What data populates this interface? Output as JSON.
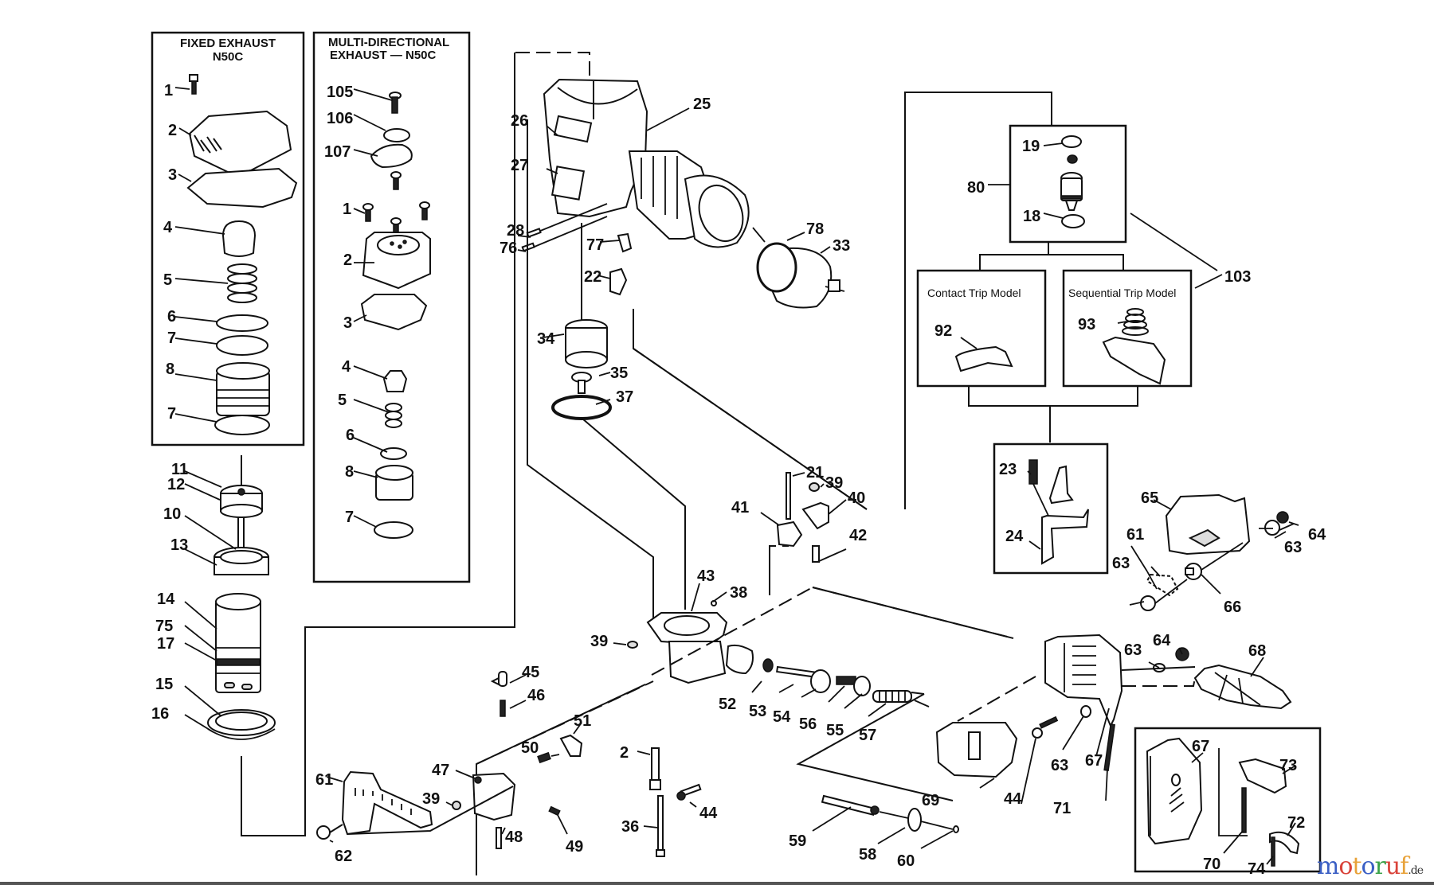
{
  "diagram": {
    "title": "Coil Nailer N50C Exploded Parts Diagram",
    "boxes": {
      "fixed_exhaust": {
        "line1": "FIXED EXHAUST",
        "line2": "N50C"
      },
      "multi_exhaust": {
        "line1": "MULTI-DIRECTIONAL",
        "line2": "EXHAUST  —  N50C"
      },
      "contact_trip": {
        "title": "Contact Trip Model"
      },
      "sequential_trip": {
        "title": "Sequential Trip Model"
      }
    },
    "labels": {
      "fe_1": "1",
      "fe_2": "2",
      "fe_3": "3",
      "fe_4": "4",
      "fe_5": "5",
      "fe_6": "6",
      "fe_7a": "7",
      "fe_8": "8",
      "fe_7b": "7",
      "me_105": "105",
      "me_106": "106",
      "me_107": "107",
      "me_1": "1",
      "me_2": "2",
      "me_3": "3",
      "me_4": "4",
      "me_5": "5",
      "me_6": "6",
      "me_8": "8",
      "me_7": "7",
      "p11": "11",
      "p12": "12",
      "p10": "10",
      "p13": "13",
      "p14": "14",
      "p75": "75",
      "p17": "17",
      "p15": "15",
      "p16": "16",
      "p25": "25",
      "p26": "26",
      "p27": "27",
      "p28": "28",
      "p76": "76",
      "p77": "77",
      "p22": "22",
      "p78": "78",
      "p33": "33",
      "p34": "34",
      "p35": "35",
      "p37": "37",
      "p80": "80",
      "p19": "19",
      "p18": "18",
      "p103": "103",
      "p92": "92",
      "p93": "93",
      "p23": "23",
      "p24": "24",
      "p21": "21",
      "p39a": "39",
      "p40": "40",
      "p41": "41",
      "p42": "42",
      "p43": "43",
      "p38": "38",
      "p39b": "39",
      "p52": "52",
      "p53": "53",
      "p54": "54",
      "p56": "56",
      "p55": "55",
      "p57": "57",
      "p45": "45",
      "p46": "46",
      "p51": "51",
      "p50": "50",
      "p47": "47",
      "p61a": "61",
      "p39c": "39",
      "p48": "48",
      "p49": "49",
      "p62": "62",
      "p2": "2",
      "p36": "36",
      "p44a": "44",
      "p59": "59",
      "p58": "58",
      "p60": "60",
      "p65": "65",
      "p64a": "64",
      "p63a": "63",
      "p61b": "61",
      "p63b": "63",
      "p66": "66",
      "p63c": "63",
      "p64b": "64",
      "p68": "68",
      "p69": "69",
      "p44b": "44",
      "p63d": "63",
      "p67a": "67",
      "p71": "71",
      "p67b": "67",
      "p73": "73",
      "p72": "72",
      "p70": "70",
      "p74": "74"
    }
  },
  "watermark": {
    "letters": [
      "m",
      "o",
      "t",
      "o",
      "r",
      "u",
      "f"
    ],
    "colors": [
      "#3b5fc4",
      "#d9433a",
      "#e8a23a",
      "#3b5fc4",
      "#3aa24a",
      "#d9433a",
      "#e8a23a"
    ],
    "suffix": ".de"
  }
}
